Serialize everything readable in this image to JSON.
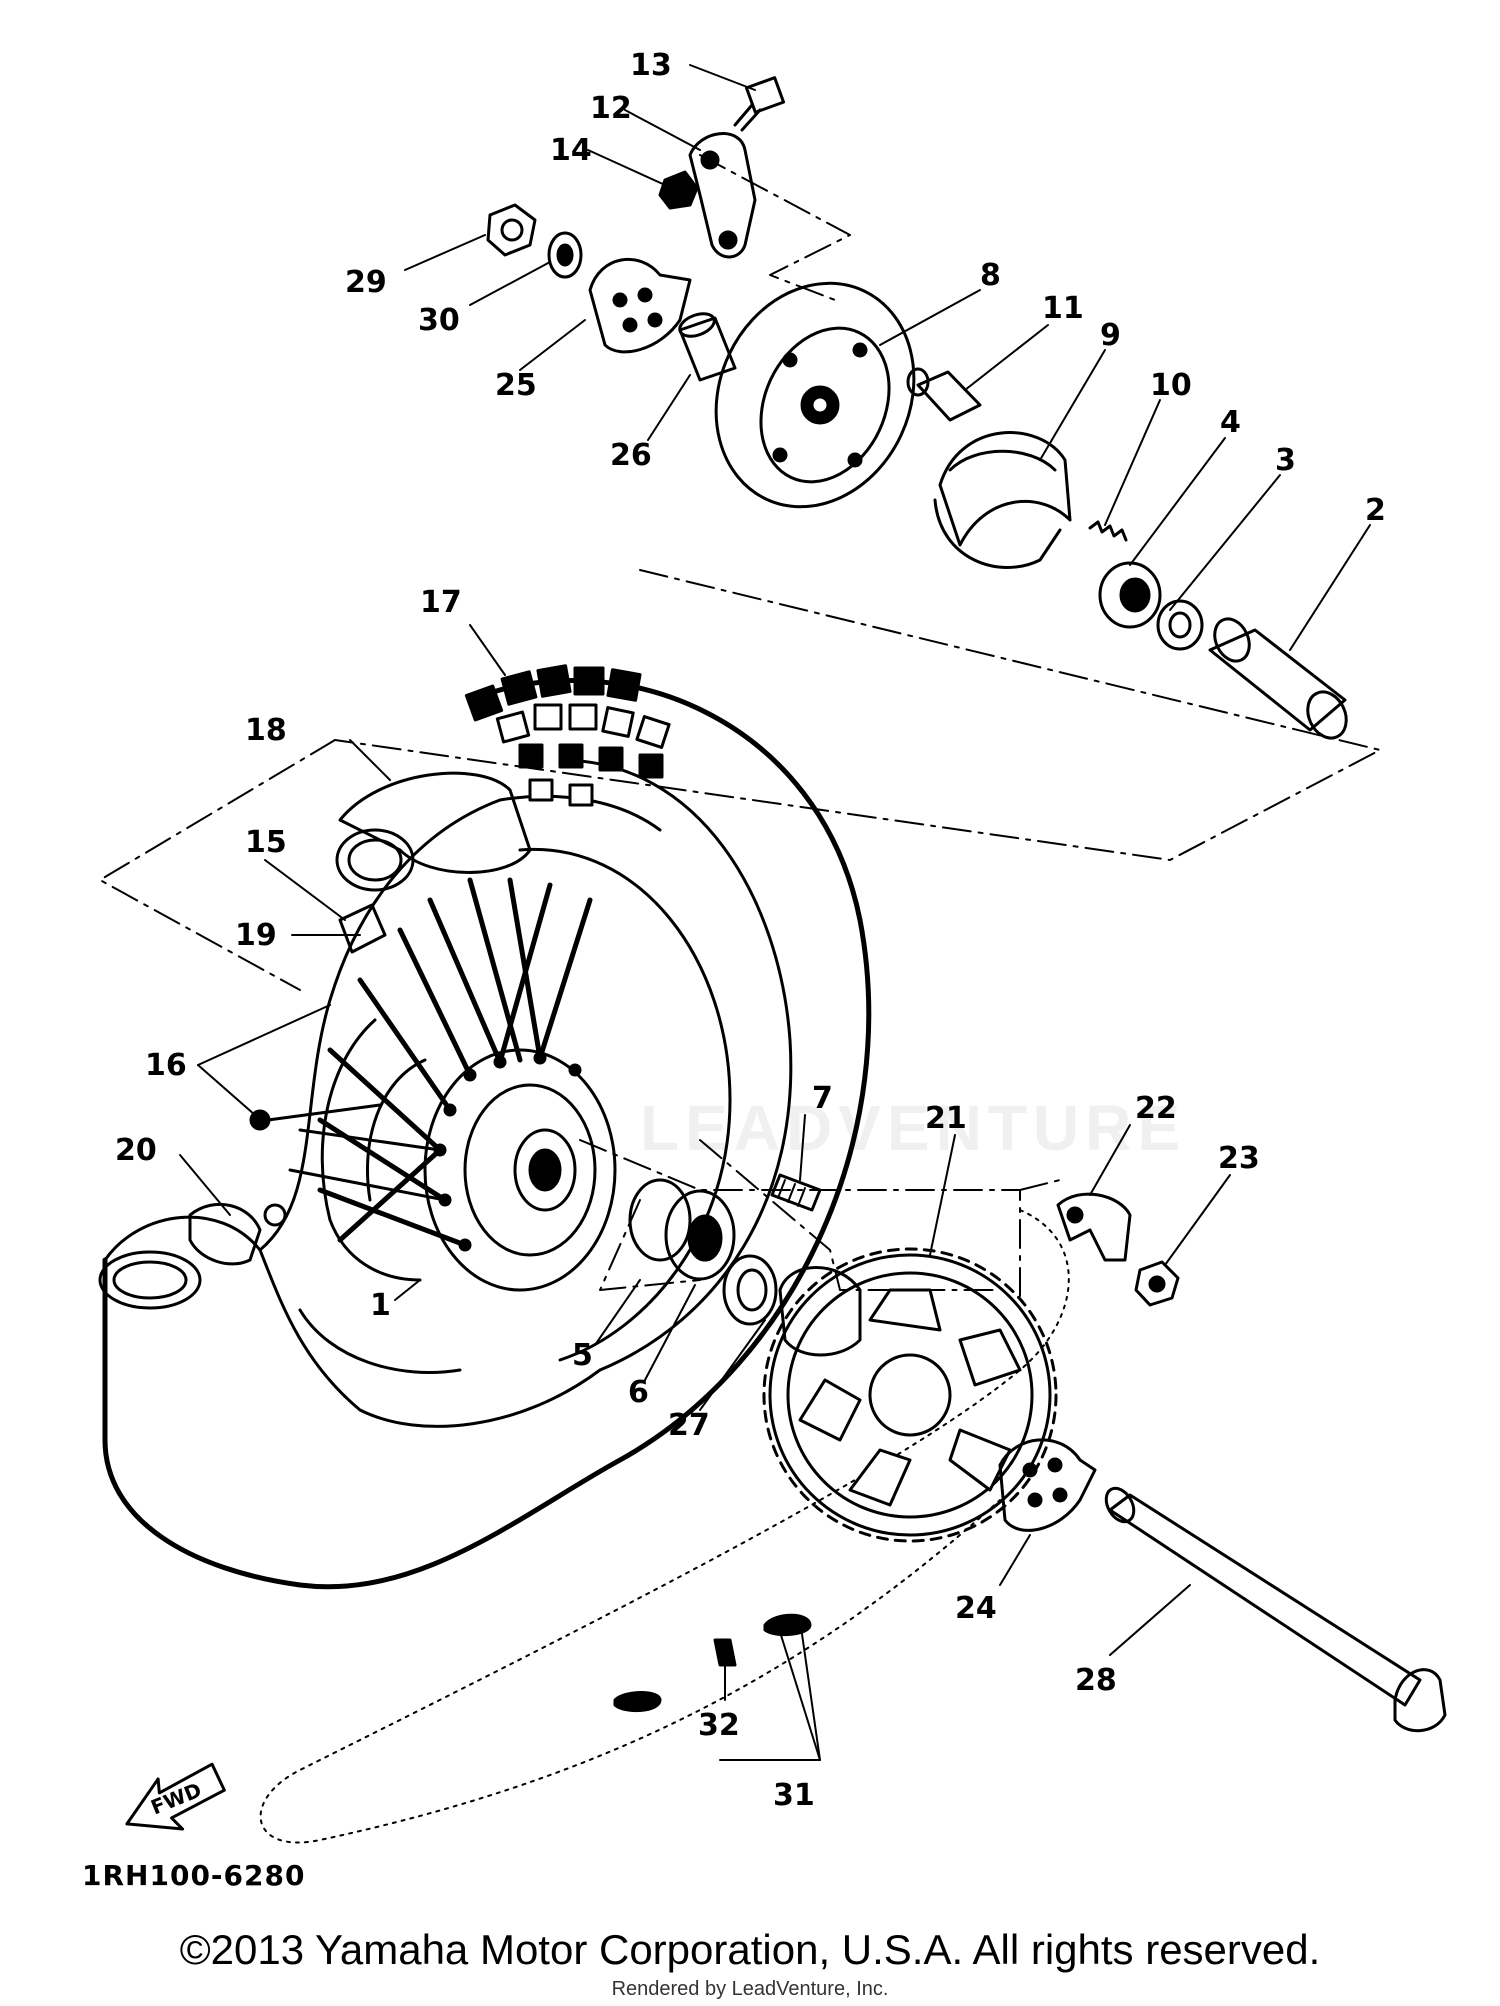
{
  "diagram": {
    "part_numbers": [
      "1",
      "2",
      "3",
      "4",
      "5",
      "6",
      "7",
      "8",
      "9",
      "10",
      "11",
      "12",
      "13",
      "14",
      "15",
      "16",
      "17",
      "18",
      "19",
      "20",
      "21",
      "22",
      "23",
      "24",
      "25",
      "26",
      "27",
      "28",
      "29",
      "30",
      "31",
      "32"
    ],
    "drawing_code": "1RH100-6280",
    "direction_label": "FWD",
    "watermark": "LEADVENTURE"
  },
  "footer": {
    "copyright": "©2013 Yamaha Motor Corporation, U.S.A. All rights reserved.",
    "rendered_by": "Rendered by LeadVenture, Inc."
  }
}
